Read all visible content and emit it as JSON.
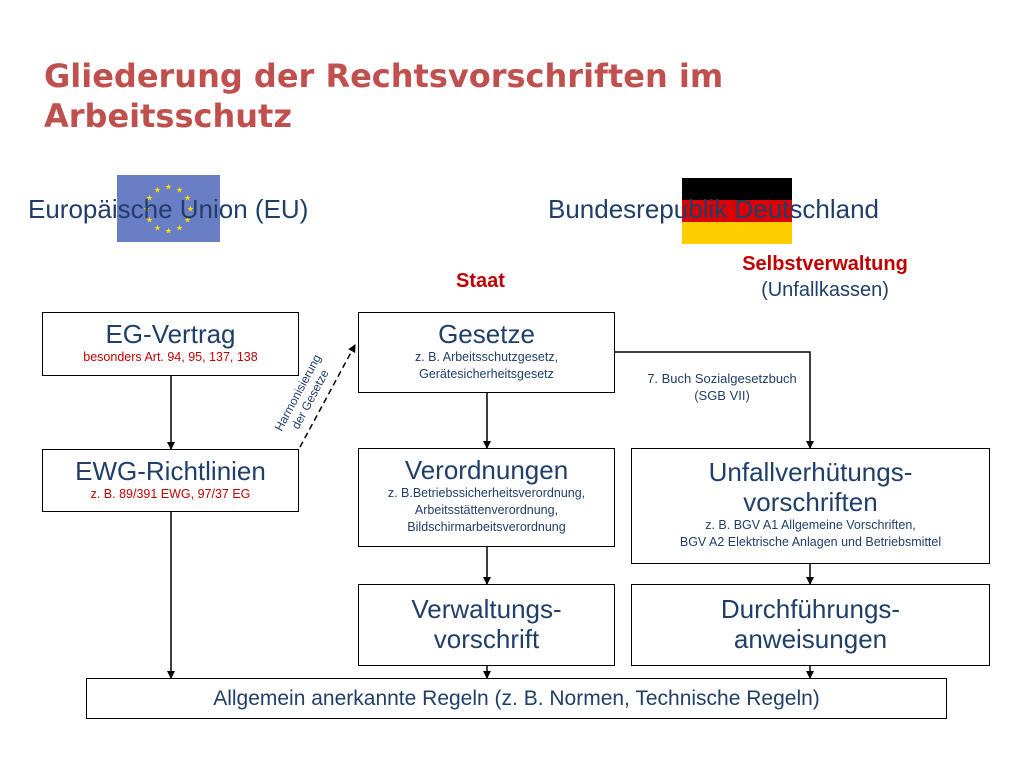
{
  "title": "Gliederung der Rechtsvorschriften im Arbeitsschutz",
  "eu_label": "Europäische Union (EU)",
  "de_label": "Bundesrepublik Deutschland",
  "staat": "Staat",
  "selbstverwaltung": "Selbstverwaltung",
  "unfallkassen": "(Unfallkassen)",
  "flags": {
    "eu_color": "#6a7ec6",
    "eu_star_color": "#ffdd00",
    "de_colors": [
      "#000000",
      "#dd0000",
      "#ffce00"
    ]
  },
  "boxes": {
    "eg_vertrag": {
      "title": "EG-Vertrag",
      "sub": "besonders Art. 94, 95, 137, 138"
    },
    "ewg_richtlinien": {
      "title": "EWG-Richtlinien",
      "sub": "z. B. 89/391 EWG, 97/37 EG"
    },
    "gesetze": {
      "title": "Gesetze",
      "sub1": "z. B. Arbeitsschutzgesetz,",
      "sub2": "Gerätesicherheitsgesetz"
    },
    "verordnungen": {
      "title": "Verordnungen",
      "sub1": "z. B.Betriebssicherheitsverordnung,",
      "sub2": "Arbeitsstättenverordnung,",
      "sub3": "Bildschirmarbeitsverordnung"
    },
    "verwaltung": {
      "title1": "Verwaltungs-",
      "title2": "vorschrift"
    },
    "uvv": {
      "title1": "Unfallverhütungs-",
      "title2": "vorschriften",
      "sub1": "z. B. BGV A1 Allgemeine Vorschriften,",
      "sub2": "BGV A2 Elektrische Anlagen und Betriebsmittel"
    },
    "durchfuehrung": {
      "title1": "Durchführungs-",
      "title2": "anweisungen"
    },
    "regeln": {
      "title": "Allgemein anerkannte Regeln (z. B. Normen, Technische Regeln)"
    }
  },
  "sgb": {
    "line1": "7. Buch Sozialgesetzbuch",
    "line2": "(SGB VII)"
  },
  "harmonisierung": {
    "line1": "Harmonisierung",
    "line2": "der Gesetze"
  }
}
